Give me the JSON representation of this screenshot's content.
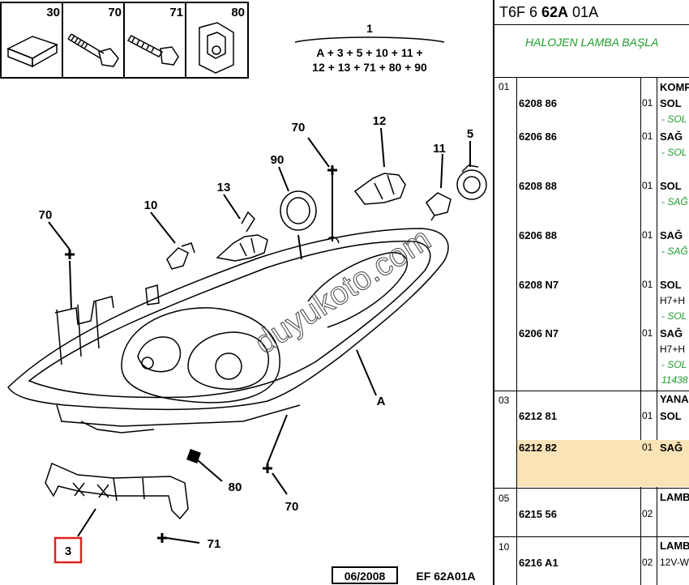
{
  "parts_header": [
    {
      "num": "30",
      "icon": "block-icon"
    },
    {
      "num": "70",
      "icon": "bolt-icon"
    },
    {
      "num": "71",
      "icon": "screw-icon"
    },
    {
      "num": "80",
      "icon": "clip-nut-icon"
    }
  ],
  "assembly": {
    "number": "1",
    "line1": "A + 3 + 5 + 10 + 11 +",
    "line2": "12 + 13 + 71 + 80 + 90"
  },
  "callouts": {
    "c70a": "70",
    "c90": "90",
    "c13": "13",
    "c12": "12",
    "c5": "5",
    "c11": "11",
    "c10": "10",
    "c70b": "70",
    "cA": "A",
    "c80": "80",
    "c70c": "70",
    "c71": "71",
    "c3": "3"
  },
  "watermark": "duyukoto.com",
  "footer": {
    "date": "06/2008",
    "ref": "EF 62A01A"
  },
  "panel": {
    "code_prefix": "T6F 6 ",
    "code_bold": "62A",
    "code_suffix": " 01A",
    "subtitle": "HALOJEN LAMBA BAŞLA",
    "rows": [
      {
        "group": "01",
        "lines": [
          {
            "label": "KOMP"
          },
          {
            "ref": "6208 86",
            "qty": "01",
            "label": "SOL"
          },
          {
            "note": "- SOL"
          },
          {
            "ref": "6206 86",
            "qty": "01",
            "label": "SAĞ"
          },
          {
            "note": "- SOL"
          },
          {
            "ref": "6208 88",
            "qty": "01",
            "label": "SOL"
          },
          {
            "note": "- SAĞ"
          },
          {
            "ref": "6206 88",
            "qty": "01",
            "label": "SAĞ"
          },
          {
            "note": "- SAĞ"
          },
          {
            "ref": "6208 N7",
            "qty": "01",
            "label": "SOL"
          },
          {
            "plain": "H7+H"
          },
          {
            "note": "- SOL"
          },
          {
            "ref": "6206 N7",
            "qty": "01",
            "label": "SAĞ"
          },
          {
            "plain": "H7+H"
          },
          {
            "note": "- SOL"
          },
          {
            "note": "11438"
          }
        ]
      },
      {
        "group": "03",
        "lines": [
          {
            "label": "YANA"
          },
          {
            "ref": "6212 81",
            "qty": "01",
            "label": "SOL"
          },
          {
            "ref": "6212 82",
            "qty": "01",
            "label": "SAĞ"
          }
        ]
      },
      {
        "group": "05",
        "lines": [
          {
            "label": "LAMB"
          },
          {
            "ref": "6215 56",
            "qty": "02"
          }
        ]
      },
      {
        "group": "10",
        "lines": [
          {
            "label": "LAMB"
          },
          {
            "ref": "6216 A1",
            "qty": "02",
            "plain": "12V-W"
          }
        ]
      }
    ]
  },
  "colors": {
    "highlight": "#fbe3b8",
    "note_green": "#1f9b2b",
    "callout_red": "#e0201c"
  }
}
